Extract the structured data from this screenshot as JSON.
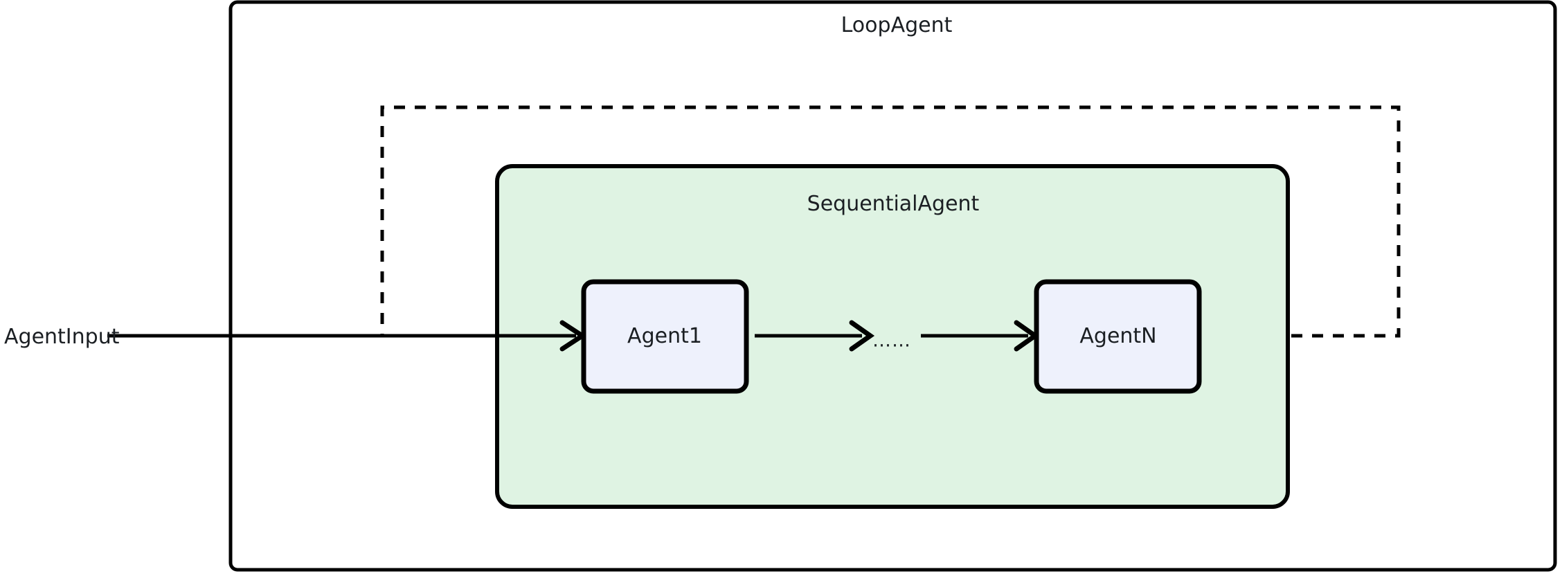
{
  "diagram": {
    "type": "flow-diagram",
    "title": "LoopAgent",
    "background_color": "#ffffff",
    "stroke_color": "#000000",
    "text_color": "#1b1f23",
    "outer_container": {
      "label": "LoopAgent",
      "fill": "#ffffff",
      "border_color": "#000000"
    },
    "inner_container": {
      "label": "SequentialAgent",
      "fill": "#dff3e3",
      "border_color": "#000000"
    },
    "nodes": [
      {
        "id": "agent1",
        "label": "Agent1",
        "fill": "#eef1fc",
        "border_color": "#000000"
      },
      {
        "id": "agentn",
        "label": "AgentN",
        "fill": "#eef1fc",
        "border_color": "#000000"
      }
    ],
    "ellipsis": "……",
    "input_label": "AgentInput",
    "edges": [
      {
        "from": "AgentInput",
        "to": "Agent1",
        "style": "solid",
        "arrow": true
      },
      {
        "from": "Agent1",
        "to": "ellipsis",
        "style": "solid",
        "arrow": true
      },
      {
        "from": "ellipsis",
        "to": "AgentN",
        "style": "solid",
        "arrow": true
      },
      {
        "from": "AgentN",
        "to": "Agent1",
        "style": "dashed",
        "arrow": false,
        "note": "loop-back path"
      }
    ]
  }
}
